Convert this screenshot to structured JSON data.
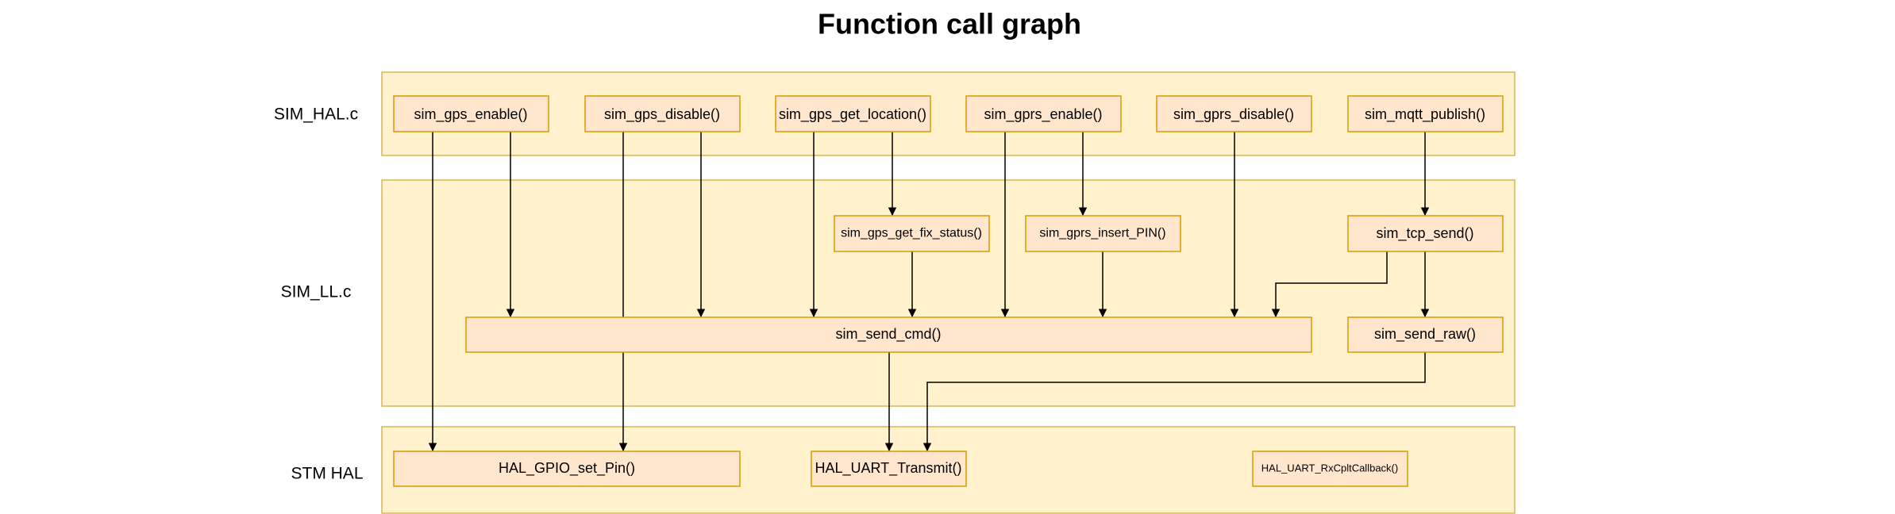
{
  "title": "Function call graph",
  "layers": {
    "hal": "SIM_HAL.c",
    "ll": "SIM_LL.c",
    "stm": "STM HAL"
  },
  "nodes": {
    "gps_enable": "sim_gps_enable()",
    "gps_disable": "sim_gps_disable()",
    "gps_get_location": "sim_gps_get_location()",
    "gprs_enable": "sim_gprs_enable()",
    "gprs_disable": "sim_gprs_disable()",
    "mqtt_publish": "sim_mqtt_publish()",
    "gps_get_fix_status": "sim_gps_get_fix_status()",
    "gprs_insert_pin": "sim_gprs_insert_PIN()",
    "tcp_send": "sim_tcp_send()",
    "send_cmd": "sim_send_cmd()",
    "send_raw": "sim_send_raw()",
    "hal_gpio_set_pin": "HAL_GPIO_set_Pin()",
    "hal_uart_transmit": "HAL_UART_Transmit()",
    "hal_uart_rxcplt": "HAL_UART_RxCpltCallback()"
  },
  "edges": [
    [
      "gps_enable",
      "hal_gpio_set_pin"
    ],
    [
      "gps_enable",
      "send_cmd"
    ],
    [
      "gps_disable",
      "hal_gpio_set_pin"
    ],
    [
      "gps_disable",
      "send_cmd"
    ],
    [
      "gps_get_location",
      "send_cmd"
    ],
    [
      "gps_get_location",
      "gps_get_fix_status"
    ],
    [
      "gps_get_fix_status",
      "send_cmd"
    ],
    [
      "gprs_enable",
      "send_cmd"
    ],
    [
      "gprs_enable",
      "gprs_insert_pin"
    ],
    [
      "gprs_insert_pin",
      "send_cmd"
    ],
    [
      "gprs_disable",
      "send_cmd"
    ],
    [
      "mqtt_publish",
      "tcp_send"
    ],
    [
      "tcp_send",
      "send_cmd"
    ],
    [
      "tcp_send",
      "send_raw"
    ],
    [
      "send_cmd",
      "hal_uart_transmit"
    ],
    [
      "send_raw",
      "hal_uart_transmit"
    ]
  ]
}
